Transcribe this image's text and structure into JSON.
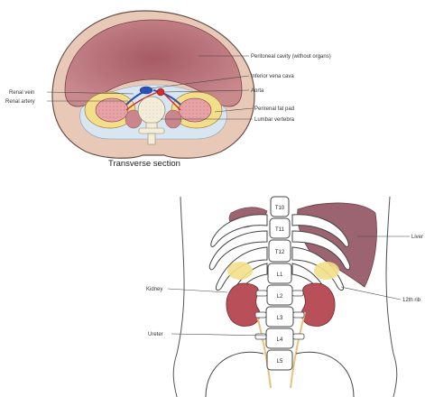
{
  "top": {
    "caption": "Transverse section",
    "labels": {
      "peritoneal_cavity": "Peritoneal cavity (without organs)",
      "ivc": "Inferior vena cava",
      "aorta": "Aorta",
      "renal_vein": "Renal vein",
      "renal_artery": "Renal artery",
      "perirenal_fat": "Perirenal fat pad",
      "lumbar_vertebra": "Lumbar vertebra"
    }
  },
  "bottom": {
    "labels": {
      "liver": "Liver",
      "kidney": "Kidney",
      "rib12": "12th rib",
      "ureter": "Ureter"
    },
    "vertebrae": [
      "T10",
      "T11",
      "T12",
      "L1",
      "L2",
      "L3",
      "L4",
      "L5"
    ]
  },
  "colors": {
    "outline": "#6b5048",
    "outer_wall": "#e8c9b8",
    "cavity": "#a65a64",
    "fat": "#f3df8a",
    "kidney": "#b94f58",
    "liver": "#9b6470",
    "bone": "#f3ecd8",
    "vessel_red": "#d22b2b",
    "vessel_blue": "#2b4fb5"
  }
}
